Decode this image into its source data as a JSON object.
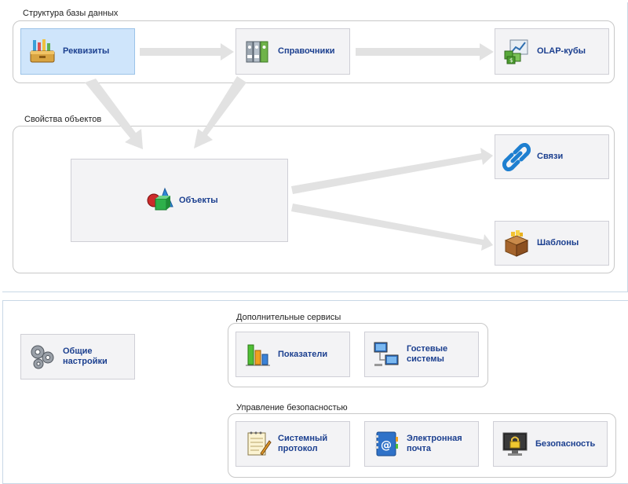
{
  "groups": {
    "db_structure": "Структура базы данных",
    "object_properties": "Свойства объектов",
    "additional_services": "Дополнительные сервисы",
    "security_management": "Управление безопасностью"
  },
  "tiles": {
    "rekvizity": "Реквизиты",
    "spravochniki": "Справочники",
    "olap": "OLAP-кубы",
    "objects": "Объекты",
    "svyazi": "Связи",
    "shablony": "Шаблоны",
    "general_settings": "Общие настройки",
    "indicators": "Показатели",
    "guest_systems_line1": "Гостевые",
    "guest_systems_line2": "системы",
    "system_log_line1": "Системный",
    "system_log_line2": "протокол",
    "email_line1": "Электронная",
    "email_line2": "почта",
    "security": "Безопасность"
  },
  "icons": {
    "rekvizity": "toolbox-icon",
    "spravochniki": "binders-icon",
    "olap": "olap-cube-icon",
    "objects": "shapes-icon",
    "svyazi": "chain-link-icon",
    "shablony": "package-icon",
    "general_settings": "gears-icon",
    "indicators": "bar-chart-icon",
    "guest_systems": "network-computers-icon",
    "system_log": "notepad-pen-icon",
    "email": "address-book-icon",
    "security": "lock-monitor-icon"
  },
  "colors": {
    "tile_bg": "#f3f3f5",
    "tile_selected_bg": "#cfe5fb",
    "label": "#1b3f8f",
    "arrow": "#e2e2e2",
    "panel_border": "#c9d8e6"
  }
}
